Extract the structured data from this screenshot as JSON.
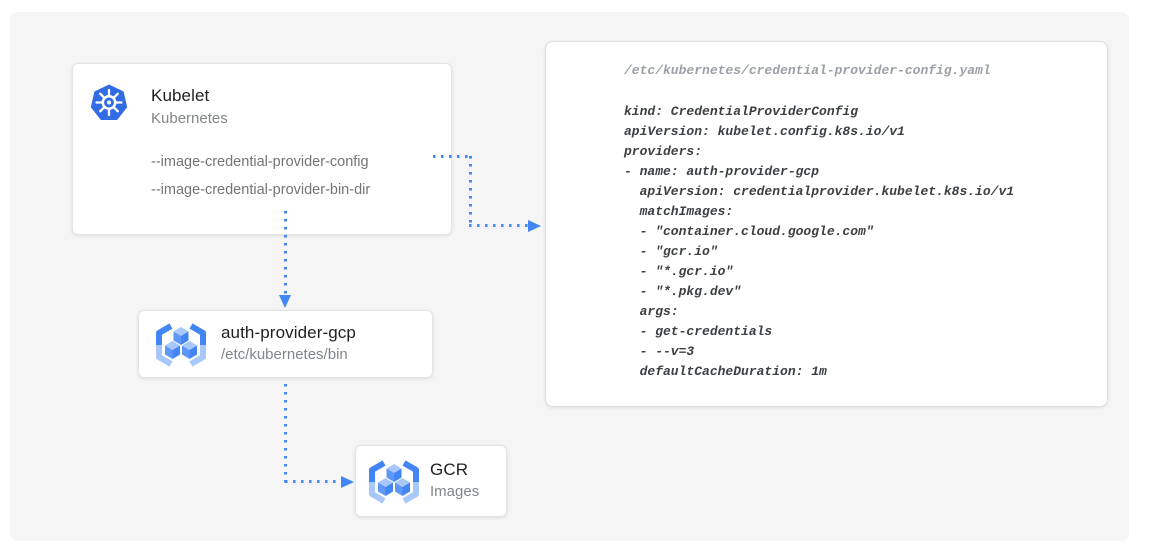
{
  "diagram": {
    "kubelet_card": {
      "icon": "kubernetes-wheel",
      "title": "Kubelet",
      "subtitle": "Kubernetes",
      "flags": [
        "--image-credential-provider-config",
        "--image-credential-provider-bin-dir"
      ]
    },
    "auth_provider_card": {
      "icon": "gcr-cubes",
      "title": "auth-provider-gcp",
      "subtitle": "/etc/kubernetes/bin"
    },
    "gcr_card": {
      "icon": "gcr-cubes",
      "title": "GCR",
      "subtitle": "Images"
    },
    "code_panel": {
      "file_path": "/etc/kubernetes/credential-provider-config.yaml",
      "yaml_lines": [
        "kind: CredentialProviderConfig",
        "apiVersion: kubelet.config.k8s.io/v1",
        "providers:",
        "- name: auth-provider-gcp",
        "  apiVersion: credentialprovider.kubelet.k8s.io/v1",
        "  matchImages:",
        "  - \"container.cloud.google.com\"",
        "  - \"gcr.io\"",
        "  - \"*.gcr.io\"",
        "  - \"*.pkg.dev\"",
        "  args:",
        "  - get-credentials",
        "  - --v=3",
        "  defaultCacheDuration: 1m"
      ]
    },
    "colors": {
      "connector_blue": "#4285f4",
      "kubernetes_blue": "#326ce5",
      "icon_light_blue": "#a8c7fa",
      "panel_background": "#f5f5f5",
      "comment_gray": "#9aa0a6",
      "code_text": "#3c4043"
    }
  }
}
